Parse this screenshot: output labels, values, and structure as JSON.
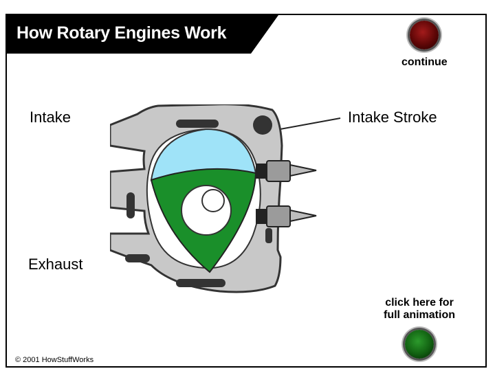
{
  "title": "How Rotary Engines Work",
  "buttons": {
    "continue_label": "continue",
    "animation_label_line1": "click here for",
    "animation_label_line2": "full animation"
  },
  "diagram": {
    "intake_label": "Intake",
    "exhaust_label": "Exhaust",
    "stroke_label": "Intake Stroke"
  },
  "footer": {
    "copyright": "© 2001 HowStuffWorks"
  },
  "colors": {
    "banner": "#000000",
    "rotor": "#1a8f2a",
    "intake_chamber": "#9fe3f8",
    "housing": "#c9c9c9",
    "continue_button": "#5c0606",
    "animation_button": "#116011"
  }
}
